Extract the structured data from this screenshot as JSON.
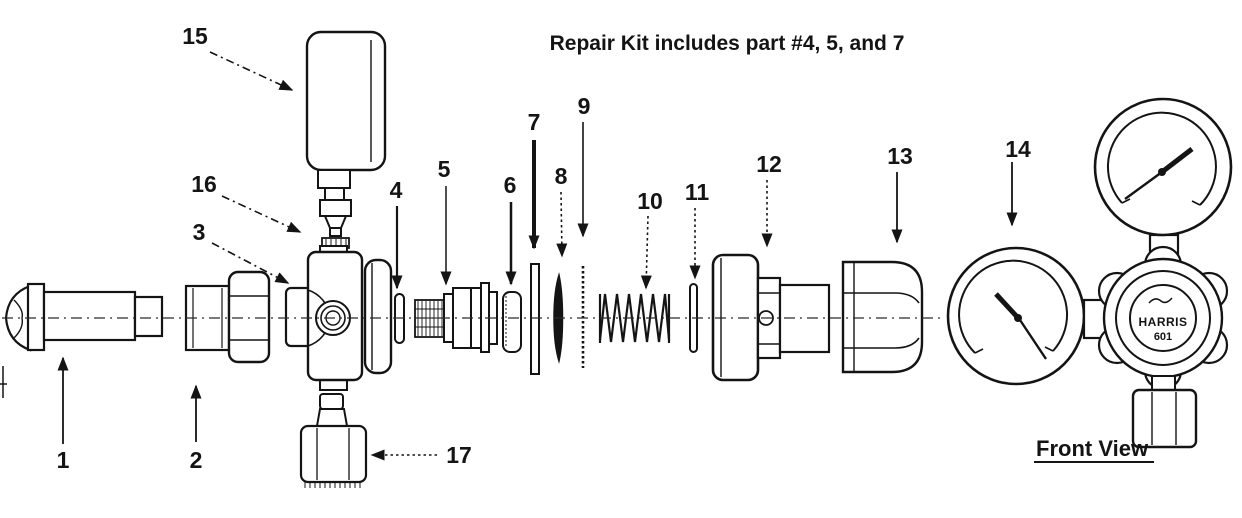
{
  "title": "Repair Kit includes part #4, 5, and 7",
  "front_view": {
    "caption": "Front View",
    "brand": "HARRIS",
    "model": "601"
  },
  "colors": {
    "ink": "#141414",
    "paper": "#ffffff"
  },
  "labels": {
    "p1": "1",
    "p2": "2",
    "p3": "3",
    "p4": "4",
    "p5": "5",
    "p6": "6",
    "p7": "7",
    "p8": "8",
    "p9": "9",
    "p10": "10",
    "p11": "11",
    "p12": "12",
    "p13": "13",
    "p14": "14",
    "p15": "15",
    "p16": "16",
    "p17": "17"
  }
}
